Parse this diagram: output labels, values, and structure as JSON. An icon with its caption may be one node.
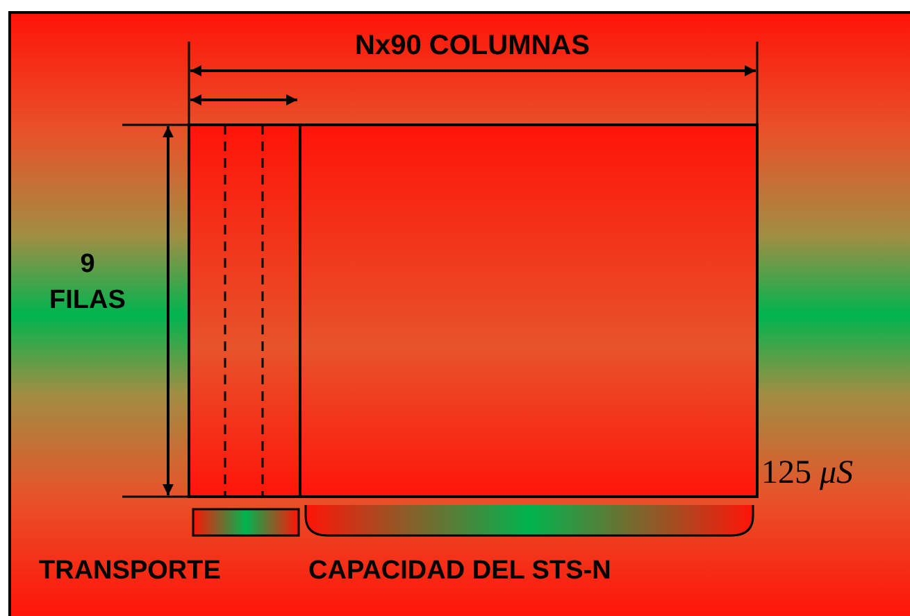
{
  "diagram": {
    "labels": [
      "Nx90 COLUMNAS",
      "9 FILAS",
      "125 *μS*",
      "TRANSPORTE",
      "CAPACIDAD DEL STS-N"
    ]
  }
}
